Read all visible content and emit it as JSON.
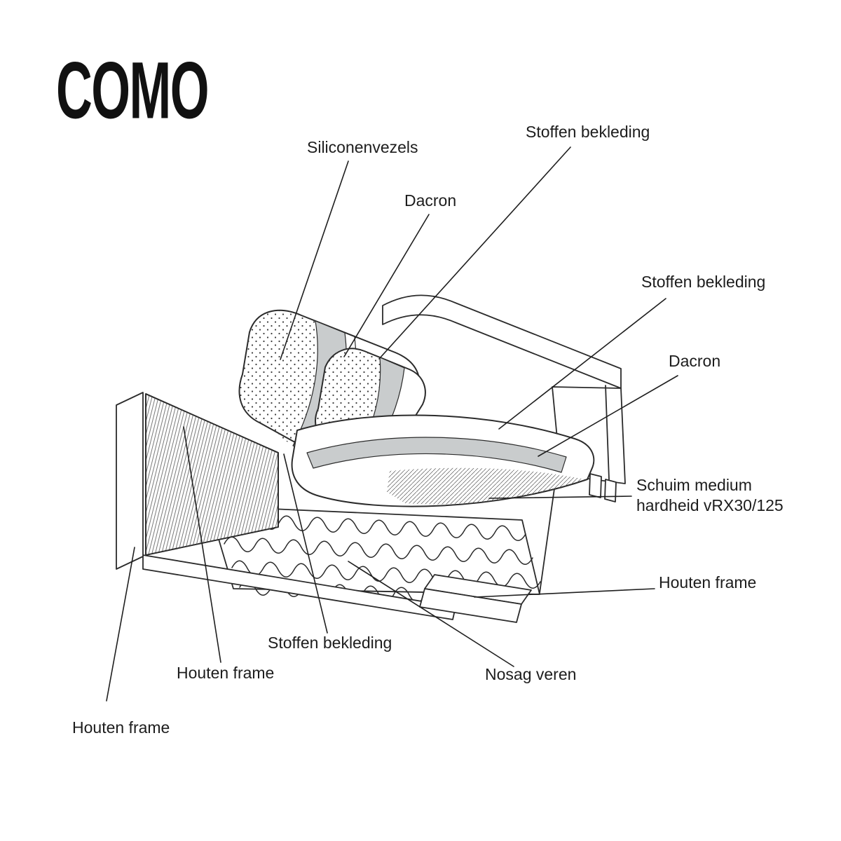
{
  "title": "COMO",
  "labels": {
    "siliconenvezels": "Siliconenvezels",
    "stoffen_bekleding_top": "Stoffen bekleding",
    "dacron_top": "Dacron",
    "stoffen_bekleding_right": "Stoffen bekleding",
    "dacron_right": "Dacron",
    "schuim": "Schuim medium hardheid vRX30/125",
    "houten_frame_right": "Houten frame",
    "nosag_veren": "Nosag veren",
    "stoffen_bekleding_bottom": "Stoffen bekleding",
    "houten_frame_mid": "Houten frame",
    "houten_frame_left": "Houten frame"
  },
  "colors": {
    "line": "#2b2b2b",
    "dacron_band": "#c9cccd",
    "text": "#1d1d1d"
  }
}
